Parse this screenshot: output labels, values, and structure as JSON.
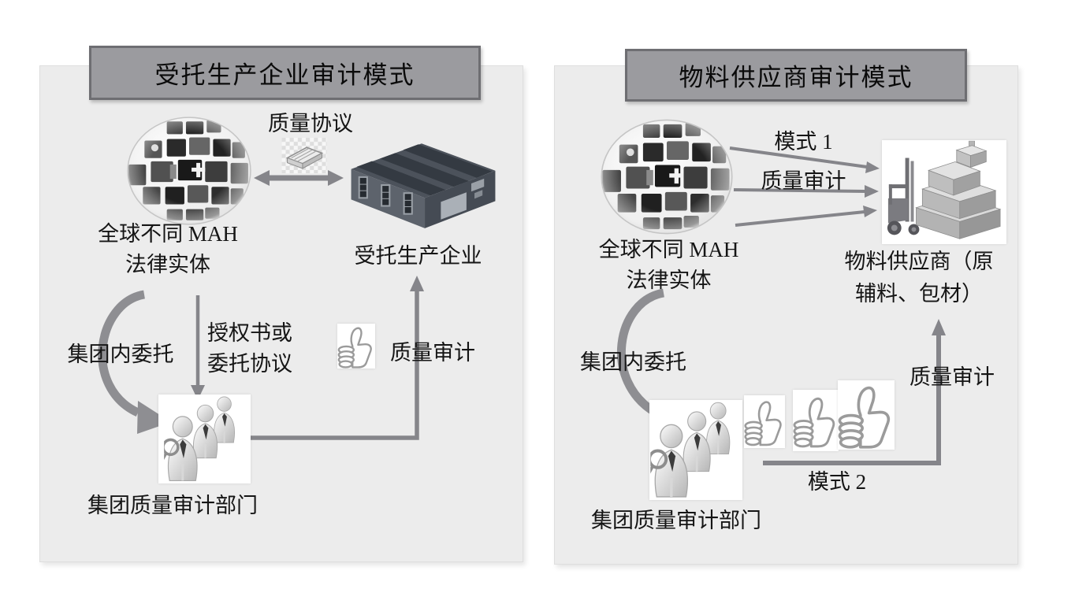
{
  "colors": {
    "panel_bg": "#ececec",
    "header_bg": "#9b9b9f",
    "header_border": "#6e6e72",
    "arrow": "#85858a",
    "text": "#151515",
    "icon_box_bg": "#ffffff"
  },
  "icons": {
    "globe": "globe-flags-icon",
    "factory": "factory-icon",
    "document": "document-stack-icon",
    "thumbs_up": "thumbs-up-icon",
    "team": "audit-team-icon",
    "forklift": "forklift-pallets-icon"
  },
  "left_panel": {
    "title": "受托生产企业审计模式",
    "mah_line1": "全球不同 MAH",
    "mah_line2": "法律实体",
    "quality_agreement": "质量协议",
    "manufacturer": "受托生产企业",
    "intra_group": "集团内委托",
    "authorization_line1": "授权书或",
    "authorization_line2": "委托协议",
    "quality_audit": "质量审计",
    "audit_dept": "集团质量审计部门"
  },
  "right_panel": {
    "title": "物料供应商审计模式",
    "mah_line1": "全球不同 MAH",
    "mah_line2": "法律实体",
    "mode1": "模式 1",
    "quality_audit_top": "质量审计",
    "supplier_line1": "物料供应商（原",
    "supplier_line2": "辅料、包材）",
    "intra_group": "集团内委托",
    "quality_audit_bottom": "质量审计",
    "mode2": "模式 2",
    "audit_dept": "集团质量审计部门"
  }
}
